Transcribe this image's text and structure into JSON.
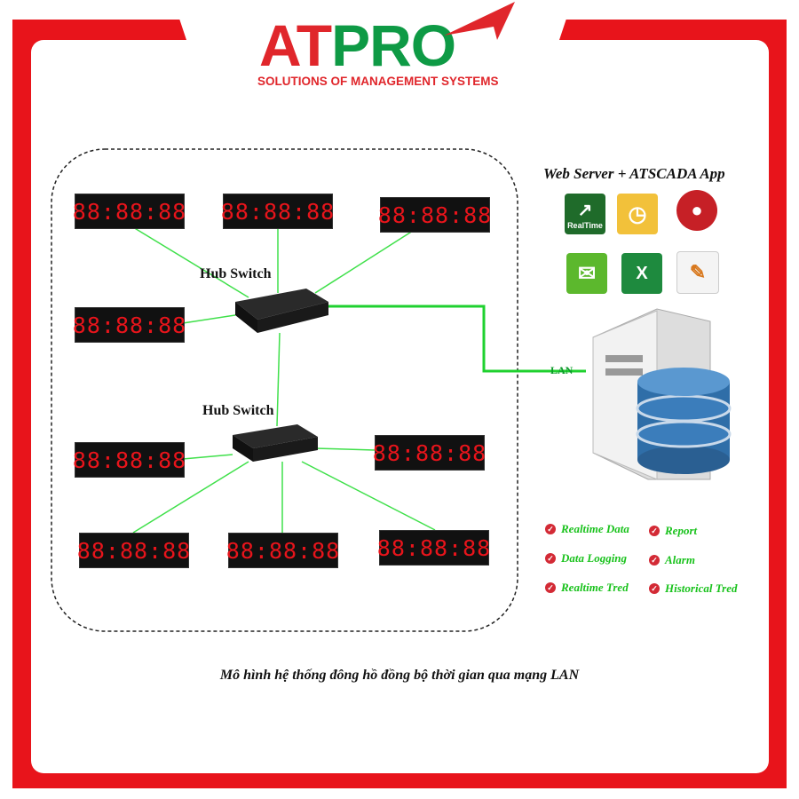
{
  "brand": {
    "logo_red": "AT",
    "logo_green": "PRO",
    "tagline": "SOLUTIONS OF MANAGEMENT SYSTEMS"
  },
  "diagram": {
    "server_title": "Web Server + ATSCADA App",
    "hub_label_1": "Hub Switch",
    "hub_label_2": "Hub Switch",
    "lan_label": "LAN",
    "clock_display": "88:88:88",
    "icons": [
      "realtime-chart",
      "schedule",
      "alarm",
      "email",
      "excel",
      "report"
    ],
    "icon_realtime_text": "RealTime",
    "features": [
      "Realtime Data",
      "Report",
      "Data Logging",
      "Alarm",
      "Realtime Tred",
      "Historical Tred"
    ],
    "caption": "Mô hình hệ thống đông hồ đồng bộ thời gian qua mạng LAN"
  },
  "colors": {
    "frame": "#e8141b",
    "link": "#22e03a",
    "lan": "#1fd12f"
  }
}
